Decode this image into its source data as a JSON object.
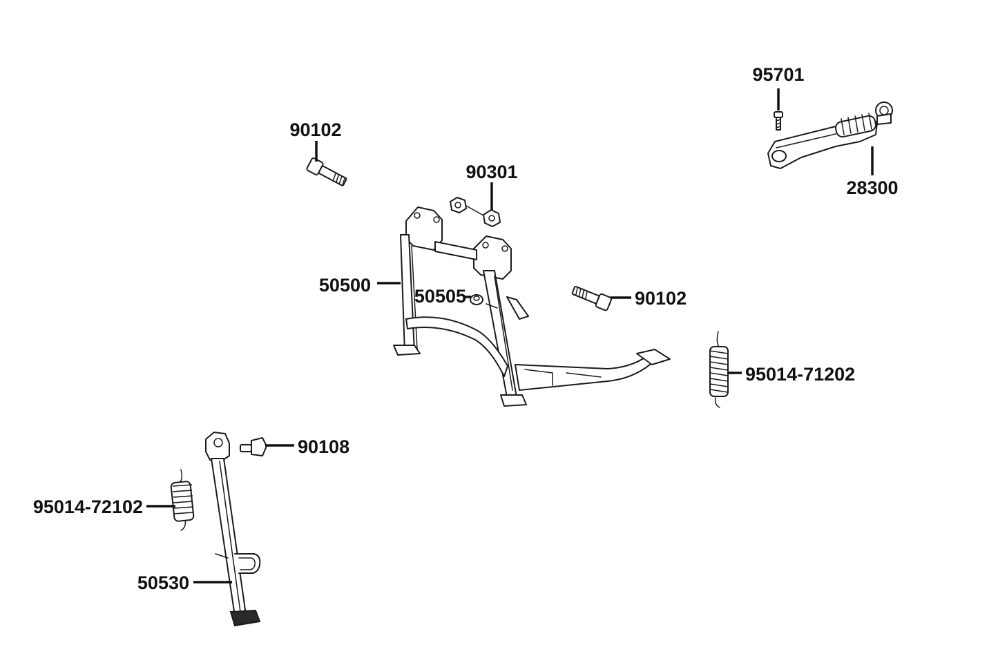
{
  "diagram": {
    "callouts": [
      {
        "id": "95701",
        "label": "95701"
      },
      {
        "id": "28300",
        "label": "28300"
      },
      {
        "id": "90102-top",
        "label": "90102"
      },
      {
        "id": "90301",
        "label": "90301"
      },
      {
        "id": "50500",
        "label": "50500"
      },
      {
        "id": "50505",
        "label": "50505"
      },
      {
        "id": "90102-right",
        "label": "90102"
      },
      {
        "id": "95014-71202",
        "label": "95014-71202"
      },
      {
        "id": "90108",
        "label": "90108"
      },
      {
        "id": "95014-72102",
        "label": "95014-72102"
      },
      {
        "id": "50530",
        "label": "50530"
      }
    ]
  }
}
